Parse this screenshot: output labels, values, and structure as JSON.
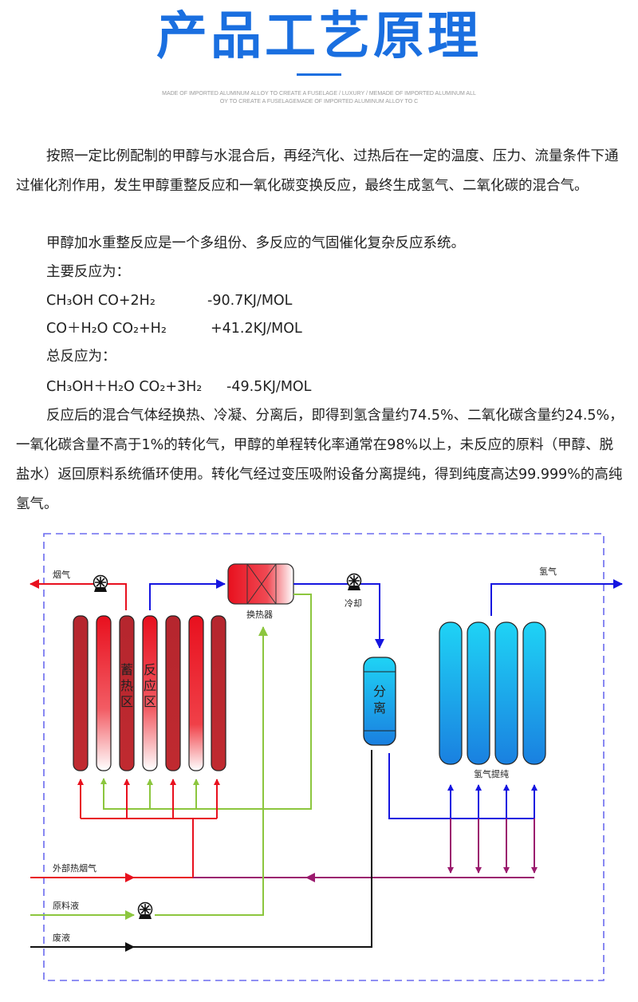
{
  "header": {
    "title": "产品工艺原理",
    "sub_line1": "MADE OF IMPORTED ALUMINUM ALLOY TO CREATE A FUSELAGE / LUXURY / MEMADE OF IMPORTED ALUMINUM ALL",
    "sub_line2": "OY TO CREATE A FUSELAGEMADE OF IMPORTED ALUMINUM ALLOY TO C"
  },
  "body": {
    "para1": "按照一定比例配制的甲醇与水混合后，再经汽化、过热后在一定的温度、压力、流量条件下通过催化剂作用，发生甲醇重整反应和一氧化碳变换反应，最终生成氢气、二氧化碳的混合气。",
    "para2": "甲醇加水重整反应是一个多组份、多反应的气固催化复杂反应系统。",
    "main_reactions_label": "主要反应为：",
    "reaction1": {
      "equation": "CH₃OH  CO+2H₂",
      "enthalpy": "-90.7KJ/MOL"
    },
    "reaction2": {
      "equation": "CO＋H₂O  CO₂+H₂",
      "enthalpy": "+41.2KJ/MOL"
    },
    "total_reaction_label": "总反应为：",
    "reaction3": {
      "equation": "CH₃OH＋H₂O  CO₂+3H₂",
      "enthalpy": "-49.5KJ/MOL"
    },
    "para3": "反应后的混合气体经换热、冷凝、分离后，即得到氢含量约74.5%、二氧化碳含量约24.5%，一氧化碳含量不高于1%的转化气，甲醇的单程转化率通常在98%以上，未反应的原料（甲醇、脱盐水）返回原料系统循环使用。转化气经过变压吸附设备分离提纯，得到纯度高达99.999%的高纯氢气。"
  },
  "diagram": {
    "labels": {
      "flue_gas_out": "烟气",
      "heat_exchanger": "换热器",
      "cooling": "冷却",
      "hydrogen": "氢气",
      "storage_zone": "蓄热区",
      "reaction_zone": "反应区",
      "separator": "分离",
      "purification": "氢气提纯",
      "external_flue_gas": "外部热烟气",
      "raw_liquid": "原料液",
      "waste_liquid": "废液"
    },
    "icons": [
      "fan-icon",
      "fan-icon",
      "pump-icon",
      "pump-icon"
    ],
    "colors": {
      "hot_red": "#e8101e",
      "dark_red": "#b5262e",
      "blue_line": "#1515e0",
      "green_line": "#8cc63e",
      "purple_line": "#9b1a6e",
      "black_line": "#111111",
      "border_dash": "#6b6bef",
      "cyan_tank": "#2fb4ef",
      "title_blue": "#1a6fe0"
    }
  }
}
